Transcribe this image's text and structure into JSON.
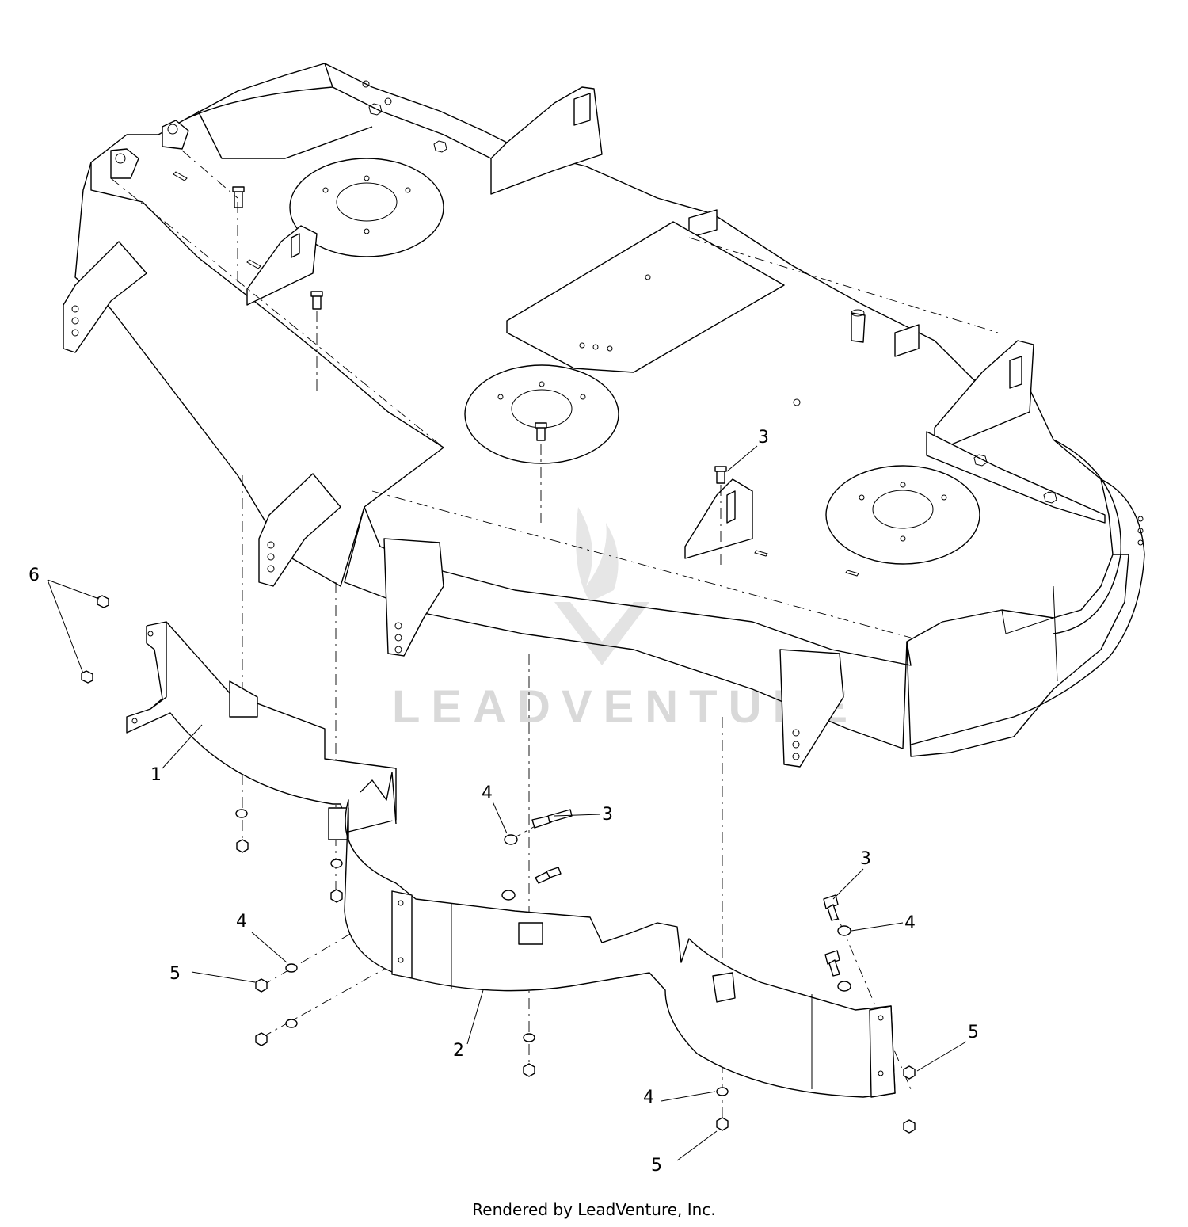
{
  "callouts": {
    "c1": "1",
    "c2": "2",
    "c3a": "3",
    "c3b": "3",
    "c3c": "3",
    "c4a": "4",
    "c4b": "4",
    "c4c": "4",
    "c4d": "4",
    "c5a": "5",
    "c5b": "5",
    "c5c": "5",
    "c6": "6"
  },
  "watermark": "LEADVENTURE",
  "credit": "Rendered by LeadVenture, Inc."
}
